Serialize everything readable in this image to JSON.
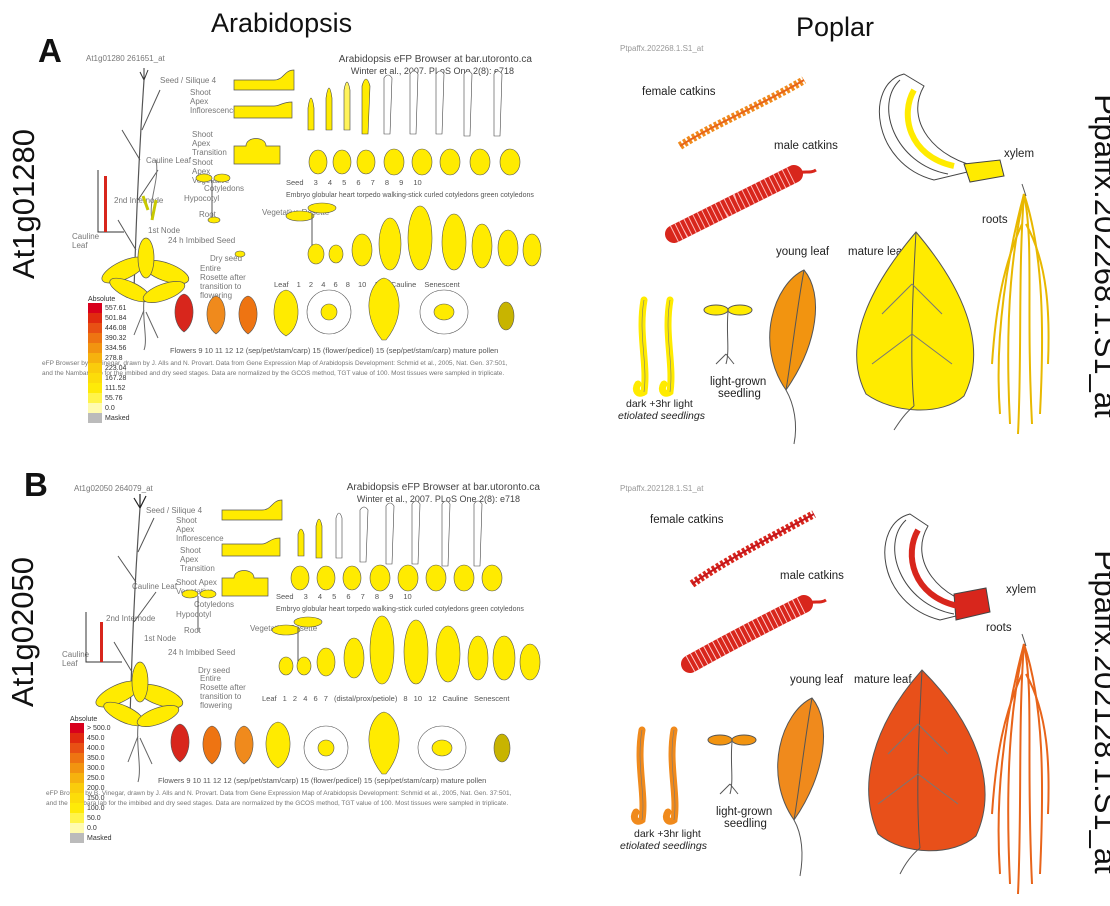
{
  "headers": {
    "left": "Arabidopsis",
    "right": "Poplar"
  },
  "panels": [
    {
      "letter": "A",
      "gene": "At1g01280",
      "probe": "Ptpaffx.202268.1.S1_at",
      "efp": {
        "id": "At1g01280 261651_at",
        "title": "Arabidopsis eFP Browser at bar.utoronto.ca",
        "citation": "Winter et al., 2007. PLoS One 2(8): e718",
        "legend": {
          "title": "Absolute",
          "values": [
            "557.61",
            "501.84",
            "446.08",
            "390.32",
            "334.56",
            "278.8",
            "223.04",
            "167.28",
            "111.52",
            "55.76",
            "0.0"
          ],
          "masked": "Masked"
        },
        "seed_row": "Seed  3  4  5  6  7  8  9  10",
        "embryo_row": "Embryo  globular  heart  torpedo  walking-stick  curled cotyledons  green cotyledons",
        "leaf_row": "Leaf  1  2  4  6  8  10  12  Cauline  Senescent",
        "flower_row": "Flowers  9  10  11  12  12 (sep/pet/stam/carp)  15 (flower/pedicel)  15 (sep/pet/stam/carp)  mature pollen",
        "footer1": "eFP Browser by B. Vinegar, drawn by J. Alls and N. Provart. Data from Gene Expression Map of Arabidopsis Development: Schmid et al., 2005, Nat. Gen. 37:501,",
        "footer2": "and the Nambara lab for the imbibed and dry seed stages. Data are normalized by the GCOS method, TGT value of 100. Most tissues were sampled in triplicate."
      },
      "poplar": {
        "id": "Ptpaffx.202268.1.S1_at",
        "labels": {
          "female": "female catkins",
          "male": "male catkins",
          "xylem": "xylem",
          "roots": "roots",
          "young": "young leaf",
          "mature": "mature leaf",
          "dark": "dark   +3hr light",
          "etiolated": "etiolated seedlings",
          "light": "light-grown",
          "seedling": "seedling"
        }
      }
    },
    {
      "letter": "B",
      "gene": "At1g02050",
      "probe": "Ptpaffx.202128.1.S1_at",
      "efp": {
        "id": "At1g02050 264079_at",
        "title": "Arabidopsis eFP Browser at bar.utoronto.ca",
        "citation": "Winter et al., 2007. PLoS One 2(8): e718",
        "legend": {
          "title": "Absolute",
          "values": [
            "> 500.0",
            "450.0",
            "400.0",
            "350.0",
            "300.0",
            "250.0",
            "200.0",
            "150.0",
            "100.0",
            "50.0",
            "0.0"
          ],
          "masked": "Masked"
        },
        "seed_row": "Seed  3  4  5  6  7  8  9  10",
        "embryo_row": "Embryo  globular  heart  torpedo  walking-stick  curled cotyledons  green cotyledons",
        "leaf_row": "Leaf  1  2  4  6  7 (distal/prox/petiole)  8  10  12  Cauline  Senescent",
        "flower_row": "Flowers  9  10  11  12  12 (sep/pet/stam/carp)  15 (flower/pedicel)  15 (sep/pet/stam/carp)  mature pollen",
        "footer1": "eFP Browser by B. Vinegar, drawn by J. Alls and N. Provart. Data from Gene Expression Map of Arabidopsis Development: Schmid et al., 2005, Nat. Gen. 37:501,",
        "footer2": "and the Nambara lab for the imbibed and dry seed stages. Data are normalized by the GCOS method, TGT value of 100. Most tissues were sampled in triplicate."
      },
      "poplar": {
        "id": "Ptpaffx.202128.1.S1_at",
        "labels": {
          "female": "female catkins",
          "male": "male catkins",
          "xylem": "xylem",
          "roots": "roots",
          "young": "young leaf",
          "mature": "mature leaf",
          "dark": "dark   +3hr light",
          "etiolated": "etiolated seedlings",
          "light": "light-grown",
          "seedling": "seedling"
        }
      }
    }
  ],
  "efp_labels": {
    "seed_silique": "Seed / Silique 4",
    "shoot_apex_inf": "Shoot Apex Inflorescence",
    "shoot_apex_trans": "Shoot Apex Transition",
    "shoot_apex_veg": "Shoot Apex Vegetative",
    "cauline_leaf": "Cauline Leaf",
    "cotyledons": "Cotyledons",
    "hypocotyl": "Hypocotyl",
    "second_internode": "2nd Internode",
    "first_node": "1st Node",
    "root": "Root",
    "veg_rosette": "Vegetative Rosette",
    "imbibed": "24 h Imbibed Seed",
    "dry_seed": "Dry seed",
    "entire_rosette": "Entire Rosette after transition to flowering"
  },
  "colors": {
    "yellow": "#ffeb00",
    "lightyellow": "#fff35a",
    "orange": "#f08a1c",
    "darkorange": "#e8641a",
    "red": "#d8261c",
    "deepred": "#c4161c"
  }
}
